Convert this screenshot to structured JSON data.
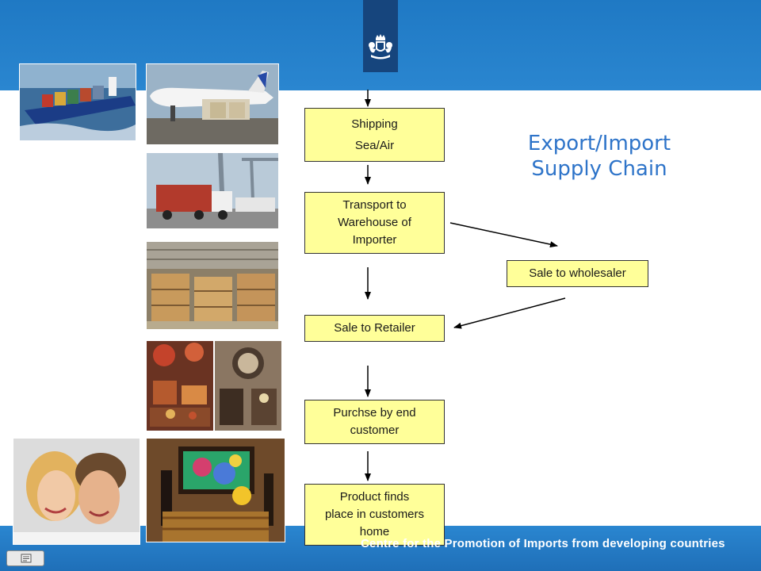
{
  "title": {
    "line1": "Export/Import",
    "line2": "Supply Chain"
  },
  "steps": [
    {
      "id": "shipping",
      "lines": [
        "Shipping",
        "Sea/Air"
      ]
    },
    {
      "id": "transport",
      "lines": [
        "Transport to",
        "Warehouse of",
        "Importer"
      ]
    },
    {
      "id": "retailer",
      "lines": [
        "Sale to Retailer"
      ]
    },
    {
      "id": "purchase",
      "lines": [
        "Purchse by end",
        "customer"
      ]
    },
    {
      "id": "product",
      "lines": [
        "Product finds",
        "place in customers",
        "home"
      ]
    }
  ],
  "side_step": {
    "id": "wholesaler",
    "lines": [
      "Sale to wholesaler"
    ]
  },
  "footer": {
    "text": "Centre for the Promotion of Imports from developing countries"
  },
  "icons": {
    "emblem": "royal-coat-of-arms-icon",
    "nav": "slide-navigation-icon"
  },
  "colors": {
    "header_blue": "#2a86d0",
    "box_fill": "#ffff99",
    "title_blue": "#2e74c9"
  }
}
